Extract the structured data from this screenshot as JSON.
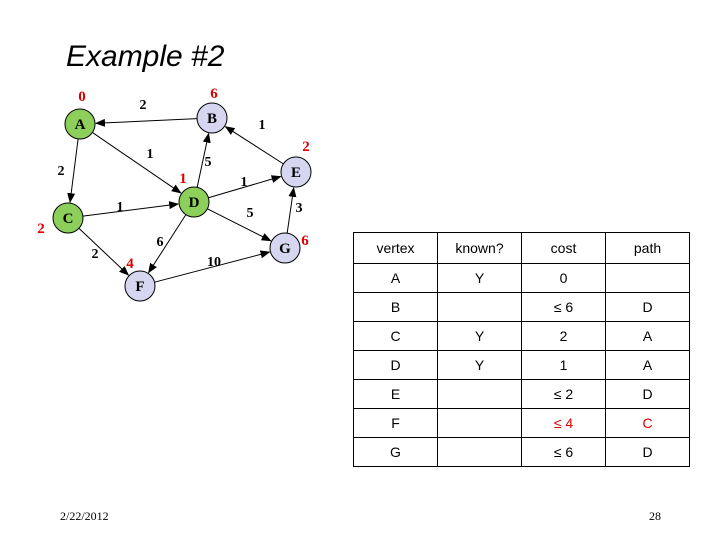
{
  "title": "Example #2",
  "colors": {
    "known_fill": "#8ccf5a",
    "unknown_fill": "#d6d6f0",
    "highlight": "#e00000"
  },
  "graph": {
    "nodes": [
      {
        "id": "A",
        "known": true,
        "cost_label": "0",
        "cost_red": true
      },
      {
        "id": "B",
        "known": false,
        "cost_label": "6",
        "cost_red": true
      },
      {
        "id": "C",
        "known": true,
        "cost_label": "2",
        "cost_red": true
      },
      {
        "id": "D",
        "known": true,
        "cost_label": "1",
        "cost_red": true
      },
      {
        "id": "E",
        "known": false,
        "cost_label": "2",
        "cost_red": true
      },
      {
        "id": "F",
        "known": false,
        "cost_label": "4",
        "cost_red": true
      },
      {
        "id": "G",
        "known": false,
        "cost_label": "6",
        "cost_red": true
      }
    ],
    "edges": [
      {
        "from": "B",
        "to": "A",
        "weight": "2"
      },
      {
        "from": "A",
        "to": "C",
        "weight": "2"
      },
      {
        "from": "A",
        "to": "D",
        "weight": "1"
      },
      {
        "from": "C",
        "to": "D",
        "weight": "1"
      },
      {
        "from": "C",
        "to": "F",
        "weight": "2"
      },
      {
        "from": "D",
        "to": "B",
        "weight": "5"
      },
      {
        "from": "D",
        "to": "E",
        "weight": "1"
      },
      {
        "from": "D",
        "to": "G",
        "weight": "5"
      },
      {
        "from": "D",
        "to": "F",
        "weight": "6"
      },
      {
        "from": "E",
        "to": "B",
        "weight": "1"
      },
      {
        "from": "G",
        "to": "E",
        "weight": "3"
      },
      {
        "from": "F",
        "to": "G",
        "weight": "10"
      }
    ]
  },
  "table": {
    "headers": [
      "vertex",
      "known?",
      "cost",
      "path"
    ],
    "rows": [
      {
        "vertex": "A",
        "known": "Y",
        "cost": "0",
        "path": "",
        "red": false
      },
      {
        "vertex": "B",
        "known": "",
        "cost": "≤ 6",
        "path": "D",
        "red": false
      },
      {
        "vertex": "C",
        "known": "Y",
        "cost": "2",
        "path": "A",
        "red": false
      },
      {
        "vertex": "D",
        "known": "Y",
        "cost": "1",
        "path": "A",
        "red": false
      },
      {
        "vertex": "E",
        "known": "",
        "cost": "≤ 2",
        "path": "D",
        "red": false
      },
      {
        "vertex": "F",
        "known": "",
        "cost": "≤ 4",
        "path": "C",
        "red": true
      },
      {
        "vertex": "G",
        "known": "",
        "cost": "≤ 6",
        "path": "D",
        "red": false
      }
    ]
  },
  "footer": {
    "date": "2/22/2012",
    "page": "28"
  }
}
